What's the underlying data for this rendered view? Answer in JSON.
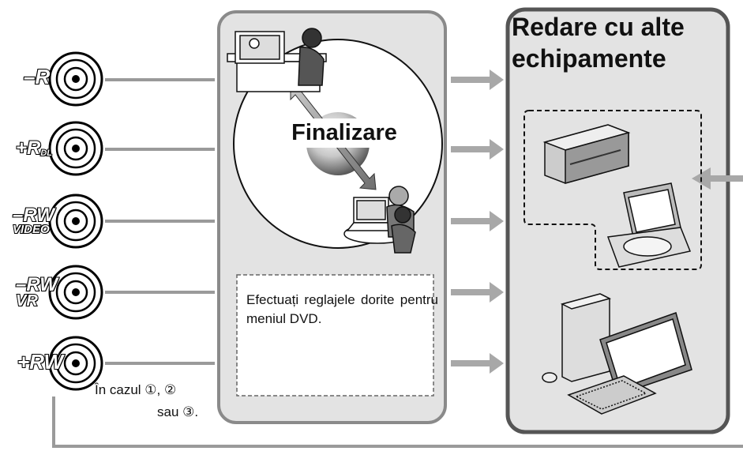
{
  "disc_types": [
    {
      "id": "dvd-r",
      "label": "–R"
    },
    {
      "id": "dvd-plus-r-dl",
      "label": "+R",
      "suffix": "DL"
    },
    {
      "id": "dvd-rw-video",
      "label": "–RW",
      "sub": "VIDEO"
    },
    {
      "id": "dvd-rw-vr",
      "label": "–RW",
      "sub": "VR"
    },
    {
      "id": "dvd-plus-rw",
      "label": "+RW"
    }
  ],
  "finalize": {
    "label": "Finalizare"
  },
  "dvd_menu_note": "Efectuați reglajele dorite pentru meniul DVD.",
  "case_note": {
    "line1": "În cazul ①, ②",
    "line2": "sau ③."
  },
  "playback_panel": {
    "title_line1": "Redare cu alte",
    "title_line2": "echipamente"
  },
  "colors": {
    "panel_bg": "#e3e3e3",
    "panel_border": "#8a8a8a",
    "arrow": "#a8a8a8",
    "line": "#9a9a9a"
  },
  "icons": [
    "disc-icon",
    "tv-viewer-icon",
    "laptop-users-icon",
    "dvd-player-icon",
    "portable-dvd-player-icon",
    "desktop-computer-icon"
  ]
}
